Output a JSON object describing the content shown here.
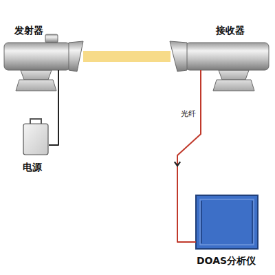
{
  "diagram": {
    "nodes": [
      {
        "text": [
          "发射器"
        ]
      },
      {
        "text": [
          "接收器"
        ]
      },
      {
        "text": [
          "电源"
        ]
      },
      {
        "text": [
          "DOAS分析仪"
        ]
      }
    ],
    "edges": [
      {
        "from": 0,
        "to": 1,
        "arrow": "none"
      },
      {
        "from": 0,
        "to": 2,
        "arrow": "none"
      },
      {
        "from": 1,
        "to": 3,
        "label": "光纤",
        "arrow": "to"
      }
    ]
  }
}
